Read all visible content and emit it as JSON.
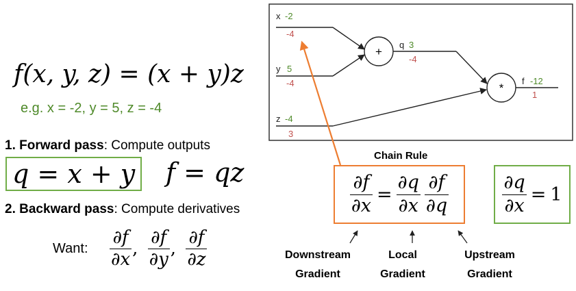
{
  "equation": {
    "main": "f(x, y, z) = (x + y)z",
    "example": "e.g. x = -2, y = 5, z = -4"
  },
  "forward": {
    "number": "1.",
    "bold": "Forward pass",
    "rest": ": Compute outputs",
    "q_eq": "q = x + y",
    "f_eq": "f = qz"
  },
  "backward": {
    "number": "2.",
    "bold": "Backward pass",
    "rest": ": Compute derivatives"
  },
  "want": {
    "label": "Want:",
    "terms": [
      {
        "num": "∂f",
        "den": "∂x"
      },
      {
        "num": "∂f",
        "den": "∂y"
      },
      {
        "num": "∂f",
        "den": "∂z"
      }
    ]
  },
  "graph": {
    "x": {
      "name": "x",
      "value": "-2",
      "grad": "-4"
    },
    "y": {
      "name": "y",
      "value": "5",
      "grad": "-4"
    },
    "z": {
      "name": "z",
      "value": "-4",
      "grad": "3"
    },
    "add": {
      "symbol": "+"
    },
    "q": {
      "name": "q",
      "value": "3",
      "grad": "-4"
    },
    "mul": {
      "symbol": "*"
    },
    "f": {
      "name": "f",
      "value": "-12",
      "grad": "1"
    }
  },
  "chain_rule": {
    "title": "Chain Rule",
    "lhs": {
      "num": "∂f",
      "den": "∂x"
    },
    "rhs1": {
      "num": "∂q",
      "den": "∂x"
    },
    "rhs2": {
      "num": "∂f",
      "den": "∂q"
    }
  },
  "local_box": {
    "num": "∂q",
    "den": "∂x",
    "rhs": "1"
  },
  "labels": {
    "downstream": [
      "Downstream",
      "Gradient"
    ],
    "local": [
      "Local",
      "Gradient"
    ],
    "upstream": [
      "Upstream",
      "Gradient"
    ]
  },
  "colors": {
    "value_green": "#4f8a2a",
    "grad_red": "#c0504d",
    "orange": "#ed7d31",
    "green_box": "#70ad47"
  }
}
